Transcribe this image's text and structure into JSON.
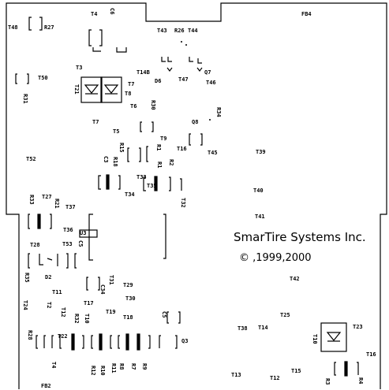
{
  "board": {
    "brand_text": "SmarTire Systems Inc.",
    "copyright_text": "©  ,1999,2000",
    "ink_color": "#000000",
    "background_color": "#ffffff"
  },
  "labels": {
    "t48": "T48",
    "r27": "R27",
    "t4": "T4",
    "c6": "C6",
    "t43": "T43",
    "r26": "R26",
    "t44": "T44",
    "fb4": "FB4",
    "t3": "T3",
    "t50": "T50",
    "t14b": "T14B",
    "d6": "D6",
    "t47": "T47",
    "q7": "Q7",
    "t46": "T46",
    "r31": "R31",
    "t7top": "T7",
    "t21": "T21",
    "t8": "T8",
    "t6": "T6",
    "r30": "R30",
    "r34": "R34",
    "t7": "T7",
    "t5": "T5",
    "t9": "T9",
    "q8": "Q8",
    "r15": "R15",
    "t16": "T16",
    "t45": "T45",
    "t39": "T39",
    "t52": "T52",
    "c3": "C3",
    "r18": "R18",
    "r1": "R1",
    "r2": "R2",
    "t33": "T33",
    "t35": "T35",
    "t34": "T34",
    "t40": "T40",
    "t32": "T32",
    "r33": "R33",
    "t27": "T27",
    "t37": "T37",
    "t41": "T41",
    "t36": "T36",
    "u3": "U3",
    "t28": "T28",
    "t53": "T53",
    "r35": "R35",
    "d2": "D2",
    "t31": "T31",
    "t42": "T42",
    "c34": "C34",
    "t29": "T29",
    "t11": "T11",
    "t30": "T30",
    "t17": "T17",
    "t24": "T24",
    "t2": "T2",
    "t12": "T12",
    "r32": "R32",
    "t19": "T19",
    "t18": "T18",
    "t10": "T10",
    "c5": "C5",
    "t25": "T25",
    "t38": "T38",
    "tt4": "T14",
    "t23": "T23",
    "t22": "T22",
    "r28": "R28",
    "q3": "Q3",
    "r12": "R12",
    "r10": "R10",
    "r11": "R11",
    "r8": "R8",
    "r7": "R7",
    "r9": "R9",
    "t13": "T13",
    "t12b": "T12",
    "t15": "T15",
    "t16b": "T16",
    "fb2": "FB2",
    "r4": "R4",
    "r3": "R3",
    "r21": "R21"
  }
}
